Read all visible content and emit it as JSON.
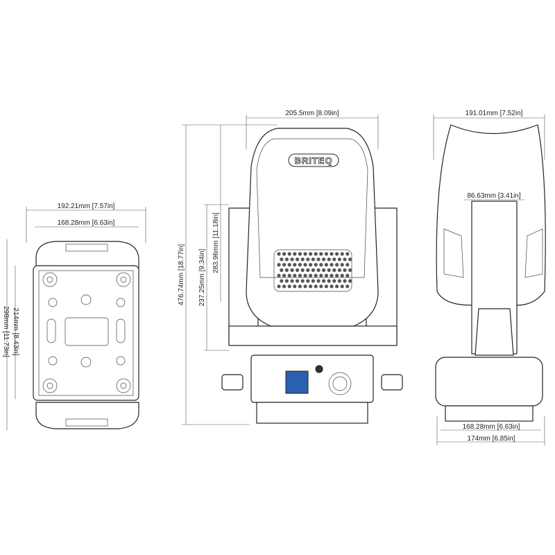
{
  "brand": "BRITEQ",
  "bottom_view": {
    "width_outer": "192.21mm [7.57in]",
    "width_inner": "168.28mm [6.63in]",
    "height_inner": "214mm [8.43in]",
    "height_outer": "298mm [11.73in]"
  },
  "front_view": {
    "head_width": "205.5mm [8.09in]",
    "total_height": "476.74mm [18.77in]",
    "yoke_height": "237.25mm [9.34in]",
    "head_height": "283.96mm [11.18in]"
  },
  "side_view": {
    "head_depth": "191.01mm [7.52in]",
    "arm_width": "86.63mm [3.41in]",
    "base_inner": "168.28mm [6.63in]",
    "base_outer": "174mm [6.85in]"
  },
  "colors": {
    "line": "#222222",
    "screen": "#2b5fb0"
  }
}
